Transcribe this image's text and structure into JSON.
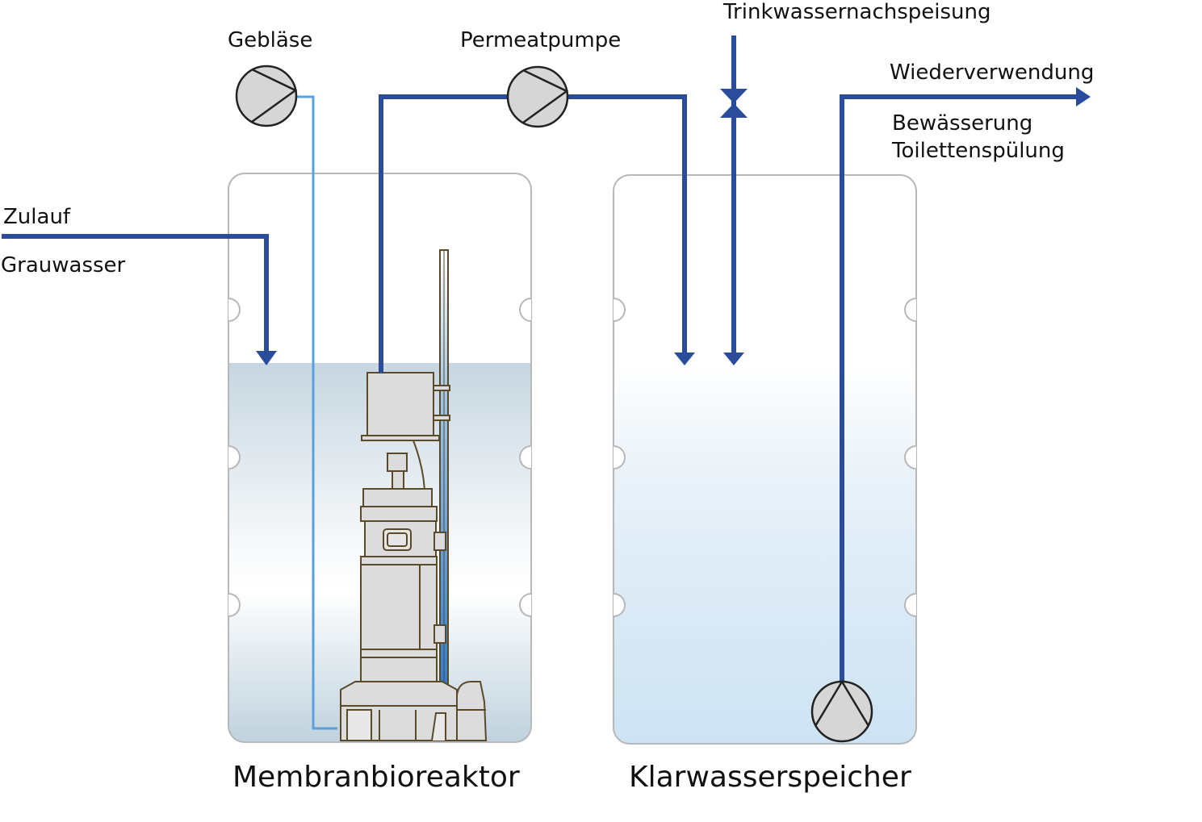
{
  "labels": {
    "zulauf": "Zulauf",
    "grauwasser": "Grauwasser",
    "geblaese": "Gebläse",
    "permeatpumpe": "Permeatpumpe",
    "trinkwasser": "Trinkwassernachspeisung",
    "wiederverwendung": "Wiederverwendung",
    "bewaesserung": "Bewässerung",
    "toilettenspuelung": "Toilettenspülung",
    "membranbioreaktor": "Membranbioreaktor",
    "klarwasserspeicher": "Klarwasserspeicher"
  },
  "colors": {
    "pipe": "#2b4b9b",
    "air_line": "#5aa0dc",
    "tank_outline": "#b8b8b8",
    "water_mbr_top": "#c9d8e2",
    "water_clear_bottom": "#cfe4f4",
    "pump_fill": "#d6d6d6",
    "equipment_outline": "#5a4a2a",
    "equipment_fill": "#dcdcdc"
  },
  "icons": [
    "pump-icon",
    "valve-icon",
    "arrow-icon",
    "membrane-module-icon"
  ]
}
